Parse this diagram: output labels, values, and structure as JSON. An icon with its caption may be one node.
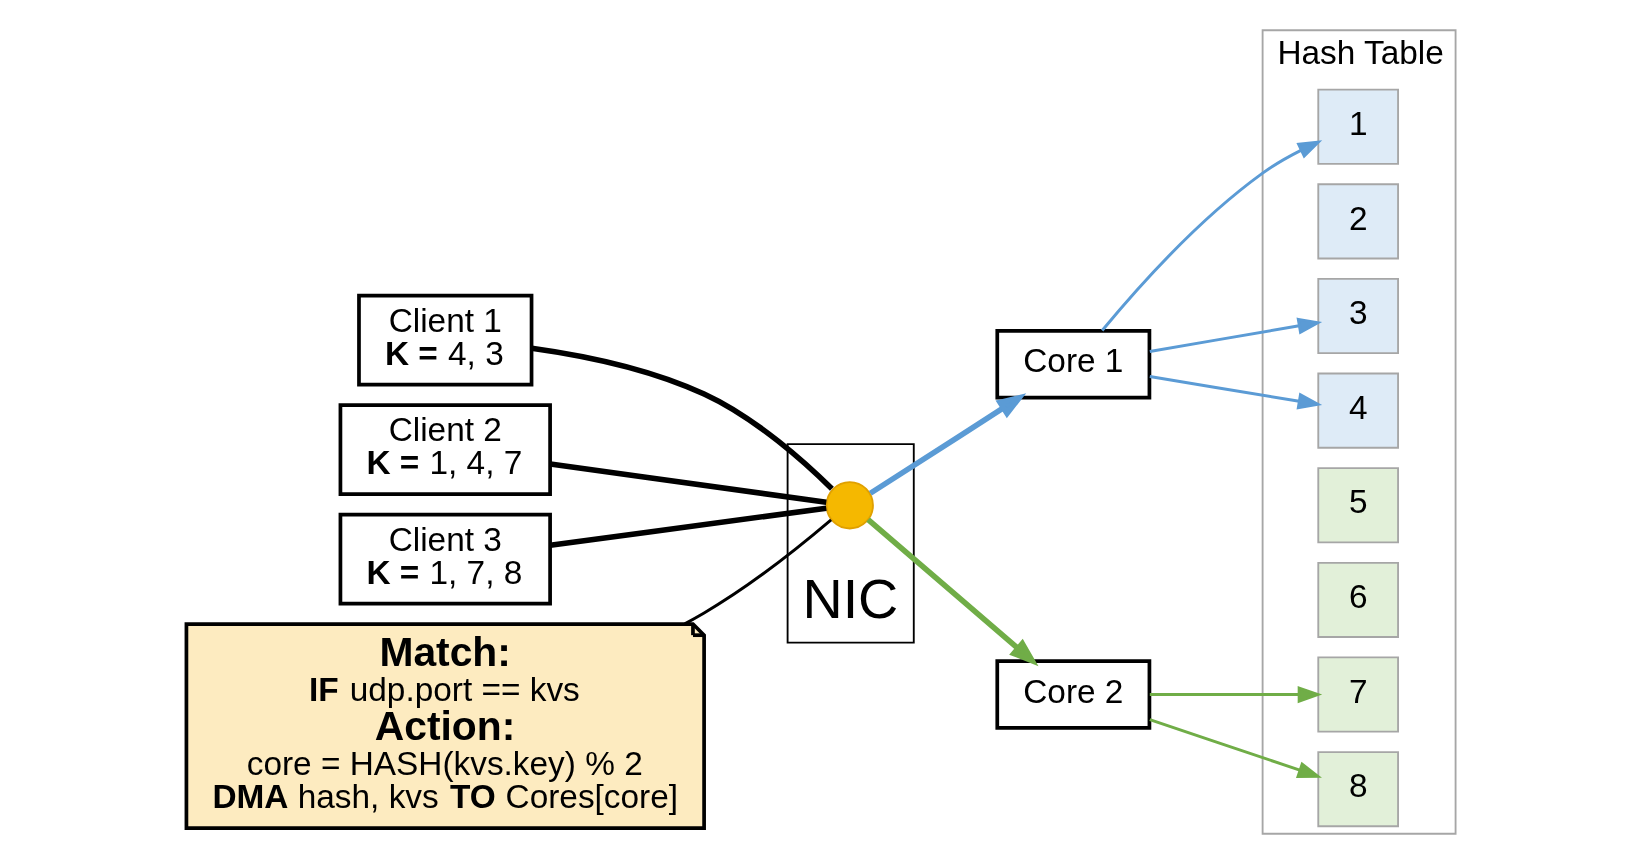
{
  "diagram": {
    "nodes": [
      {
        "text": [
          "Client 1",
          "**K =** 4, 3"
        ]
      },
      {
        "text": [
          "Client 2",
          "**K =** 1, 4, 7"
        ]
      },
      {
        "text": [
          "Client 3",
          "**K =** 1, 7, 8"
        ]
      },
      {
        "text": [
          "**Match:**",
          "**IF** udp.port == kvs",
          "**Action:**",
          "core = HASH(kvs.key) % 2",
          "**DMA** hash, kvs **TO** Cores[core]"
        ]
      },
      {
        "text": [
          "NIC"
        ]
      },
      {
        "text": [],
        "shape": "circle",
        "in": 4
      },
      {
        "text": [
          "Core 1"
        ]
      },
      {
        "text": [
          "Core 2"
        ]
      },
      {
        "text": [
          "Hash Table"
        ]
      },
      {
        "text": [
          "1"
        ],
        "in": 8
      },
      {
        "text": [
          "2"
        ],
        "in": 8
      },
      {
        "text": [
          "3"
        ],
        "in": 8
      },
      {
        "text": [
          "4"
        ],
        "in": 8
      },
      {
        "text": [
          "5"
        ],
        "in": 8
      },
      {
        "text": [
          "6"
        ],
        "in": 8
      },
      {
        "text": [
          "7"
        ],
        "in": 8
      },
      {
        "text": [
          "8"
        ],
        "in": 8
      }
    ],
    "edges": [
      {
        "from": 0,
        "to": 5,
        "arrow": "none",
        "style": "thick"
      },
      {
        "from": 1,
        "to": 5,
        "arrow": "none",
        "style": "thick"
      },
      {
        "from": 2,
        "to": 5,
        "arrow": "none",
        "style": "thick"
      },
      {
        "from": 3,
        "to": 5,
        "arrow": "none"
      },
      {
        "from": 5,
        "to": 6,
        "arrow": "to",
        "style": "thick",
        "color": "#5b9bd5"
      },
      {
        "from": 5,
        "to": 7,
        "arrow": "to",
        "style": "thick",
        "color": "#70ad47"
      },
      {
        "from": 6,
        "to": 9,
        "arrow": "to",
        "color": "#5b9bd5"
      },
      {
        "from": 6,
        "to": 11,
        "arrow": "to",
        "color": "#5b9bd5"
      },
      {
        "from": 6,
        "to": 12,
        "arrow": "to",
        "color": "#5b9bd5"
      },
      {
        "from": 7,
        "to": 15,
        "arrow": "to",
        "color": "#70ad47"
      },
      {
        "from": 7,
        "to": 16,
        "arrow": "to",
        "color": "#70ad47"
      }
    ]
  }
}
